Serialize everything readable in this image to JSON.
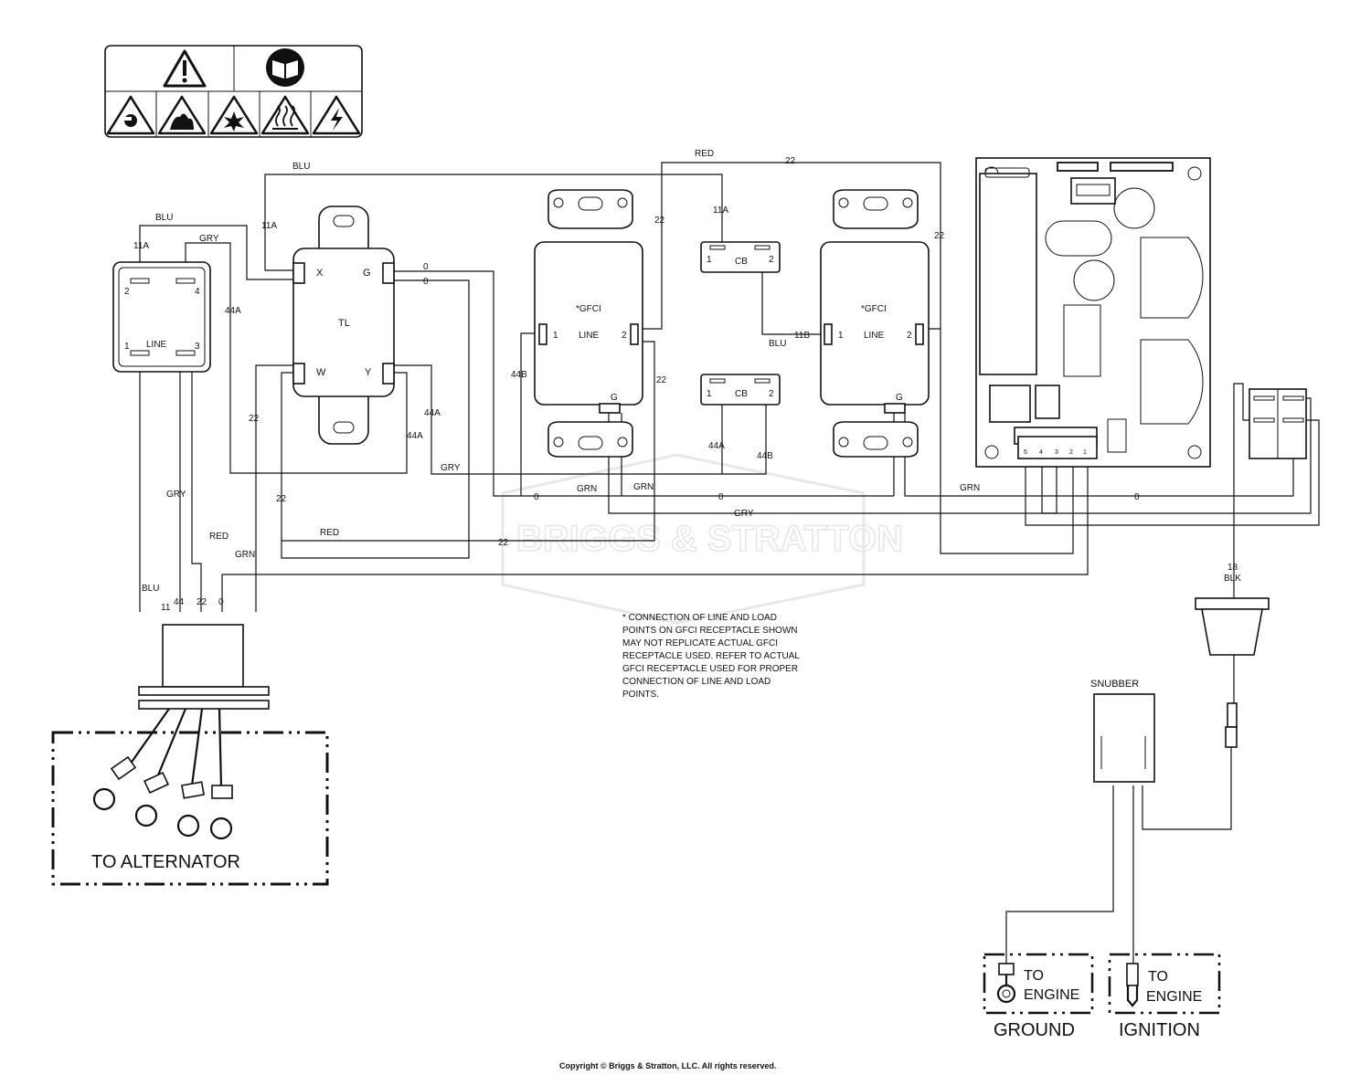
{
  "components": {
    "switch": {
      "terminal_2": "2",
      "terminal_4": "4",
      "terminal_1": "1",
      "terminal_3": "3",
      "label": "LINE"
    },
    "tl": {
      "label": "TL",
      "x": "X",
      "g": "G",
      "w": "W",
      "y": "Y"
    },
    "gfci_left": {
      "label": "*GFCI",
      "line": "LINE",
      "t1": "1",
      "t2": "2",
      "ground": "G"
    },
    "gfci_right": {
      "label": "*GFCI",
      "line": "LINE",
      "t1": "1",
      "t2": "2",
      "ground": "G"
    },
    "cb_top": {
      "label": "CB",
      "t1": "1",
      "t2": "2"
    },
    "cb_bottom": {
      "label": "CB",
      "t1": "1",
      "t2": "2"
    },
    "board_connector": {
      "p5": "5",
      "p4": "4",
      "p3": "3",
      "p2": "2",
      "p1": "1"
    },
    "snubber": {
      "label": "SNUBBER"
    },
    "alternator": {
      "label": "TO ALTERNATOR"
    },
    "engine_ground": {
      "to": "TO",
      "engine": "ENGINE",
      "caption": "GROUND"
    },
    "engine_ignition": {
      "to": "TO",
      "engine": "ENGINE",
      "caption": "IGNITION"
    }
  },
  "wire_labels": {
    "blu_top": "BLU",
    "blu_switch": "BLU",
    "n11a_switch": "11A",
    "gry_switch": "GRY",
    "n11a_tl": "11A",
    "n44a_left": "44A",
    "n0_g1": "0",
    "n0_g2": "0",
    "n44a_y1": "44A",
    "n44a_y2": "44A",
    "n22_w": "22",
    "n22_w2": "22",
    "red_top": "RED",
    "n22_top": "22",
    "n22_gfci_top": "22",
    "n22_gfci_bot": "22",
    "n11a_cb": "11A",
    "blu_cb": "BLU",
    "n11b": "11B",
    "n22_right": "22",
    "n44b": "44B",
    "n44a_cb": "44A",
    "n44b_cb": "44B",
    "gry_mid": "GRY",
    "grn_a": "GRN",
    "grn_b": "GRN",
    "n0_a": "0",
    "n0_b": "0",
    "gry_low": "GRY",
    "grn_right": "GRN",
    "n0_right": "0",
    "red_low": "RED",
    "n22_low": "22",
    "red_left": "RED",
    "grn_left": "GRN",
    "gry_left": "GRY",
    "blu_left": "BLU",
    "n11": "11",
    "n44": "44",
    "n22_left": "22",
    "n0_left": "0",
    "n18": "18",
    "blk": "BLK"
  },
  "note": [
    "* CONNECTION OF LINE AND LOAD",
    "POINTS  ON GFCI  RECEPTACLE SHOWN",
    "MAY NOT REPLICATE ACTUAL GFCI",
    "RECEPTACLE USED.  REFER TO ACTUAL",
    "GFCI RECEPTACLE USED FOR PROPER",
    "CONNECTION OF LINE AND LOAD",
    "POINTS."
  ],
  "watermark": "BRIGGS & STRATTON",
  "copyright": "Copyright © Briggs & Stratton, LLC. All rights reserved."
}
